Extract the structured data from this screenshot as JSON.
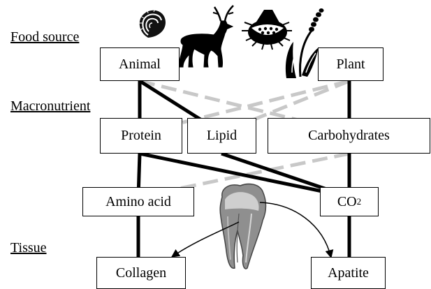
{
  "rows": {
    "food_source": "Food source",
    "macronutrient": "Macronutrient",
    "tissue": "Tissue"
  },
  "nodes": {
    "animal": "Animal",
    "plant": "Plant",
    "protein": "Protein",
    "lipid": "Lipid",
    "carbohydrates": "Carbohydrates",
    "amino_acid": "Amino acid",
    "co2": {
      "base": "CO",
      "subscript": "2"
    },
    "collagen": "Collagen",
    "apatite": "Apatite"
  },
  "icons": [
    "shell-icon",
    "deer-icon",
    "fruit-icon",
    "grain-plant-icon",
    "tooth-icon"
  ],
  "colors": {
    "direct_link": "#000000",
    "indirect_link": "#c8c8c8"
  }
}
